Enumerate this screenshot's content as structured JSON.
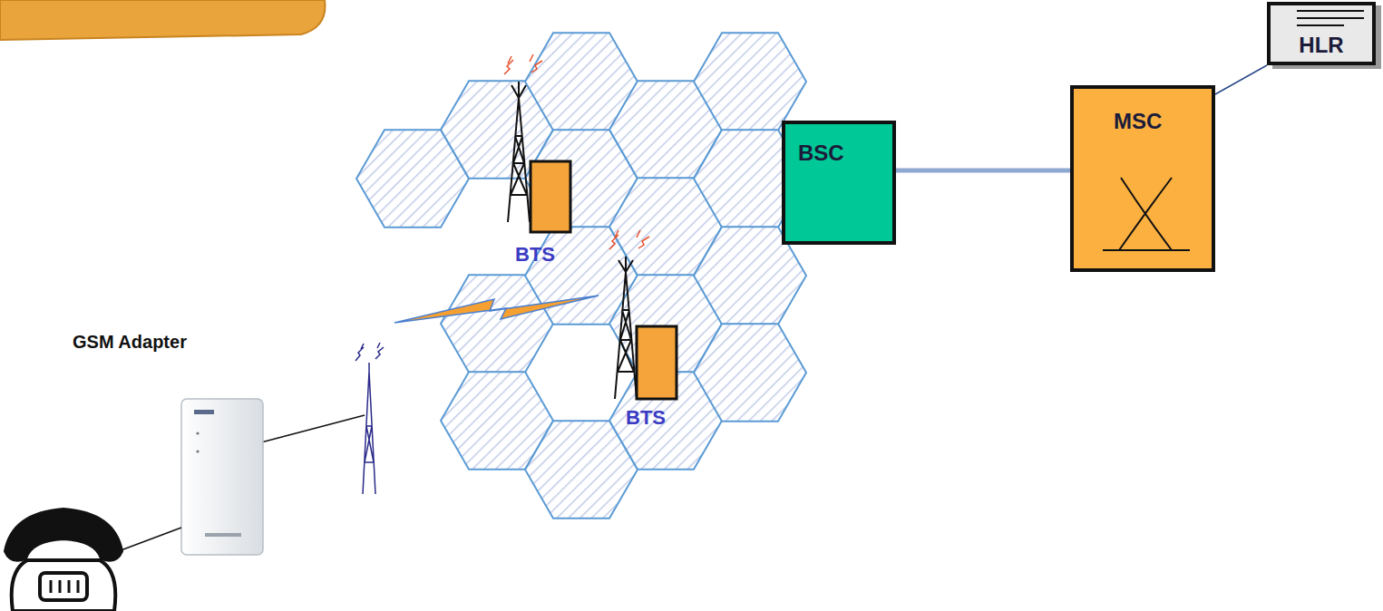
{
  "diagram": {
    "nodes": [
      {
        "text": [
          "BSC"
        ]
      },
      {
        "text": [
          "MSC"
        ]
      },
      {
        "text": [
          "HLR"
        ]
      }
    ],
    "edges": [
      {
        "from": 0,
        "to": 1,
        "arrow": "none"
      },
      {
        "from": 1,
        "to": 2,
        "arrow": "none"
      }
    ],
    "labels": [
      "BTS",
      "BTS",
      "GSM Adapter"
    ]
  }
}
